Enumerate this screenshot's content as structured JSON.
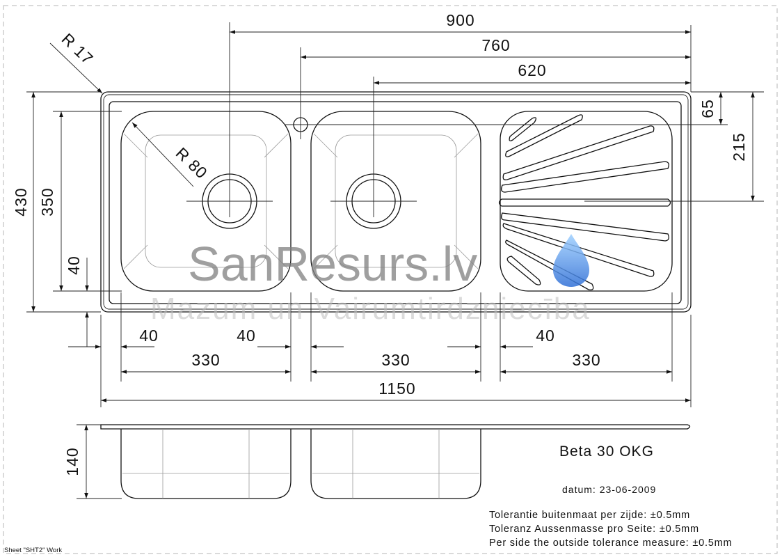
{
  "dimensions": {
    "d900": "900",
    "d760": "760",
    "d620": "620",
    "r17": "R 17",
    "r80": "R 80",
    "d65": "65",
    "d215": "215",
    "d430": "430",
    "d350": "350",
    "d40_left": "40",
    "d40_a": "40",
    "d40_b": "40",
    "d40_c": "40",
    "d330_a": "330",
    "d330_b": "330",
    "d330_c": "330",
    "d1150": "1150",
    "d140": "140"
  },
  "info": {
    "model": "Beta 30 OKG",
    "date": "datum: 23-06-2009",
    "tolerance_nl": "Tolerantie buitenmaat per zijde: ±0.5mm",
    "tolerance_de": "Toleranz Aussenmasse pro Seite: ±0.5mm",
    "tolerance_en": "Per side the outside tolerance measure: ±0.5mm"
  },
  "watermark": {
    "brand": "SanResurs.lv",
    "slogan": "Mazum un Vairumtirdzniecība"
  },
  "footer": {
    "sheet": "Sheet \"SHT2\" Work"
  },
  "colors": {
    "drop_light": "#9fd0ff",
    "drop_dark": "#2f6fd6"
  }
}
